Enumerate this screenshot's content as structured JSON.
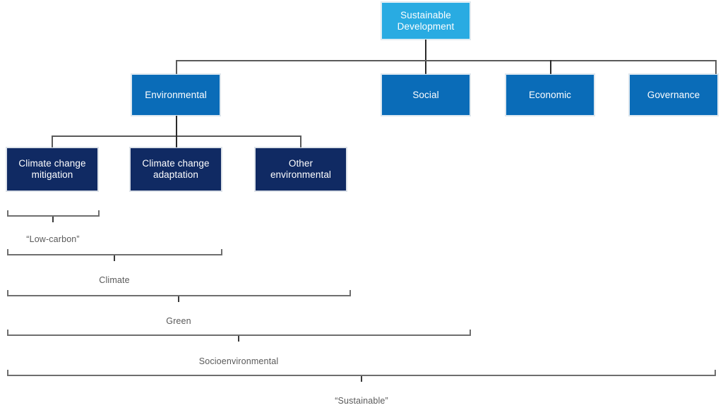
{
  "diagram": {
    "title": "Sustainable Development taxonomy",
    "colors": {
      "root": "#29ABE2",
      "level2": "#0A6CB8",
      "level3": "#102A63",
      "connector": "#5a5a5a",
      "bracket": "#6e6e6e",
      "bracket_label_text": "#595959",
      "node_text": "#ffffff",
      "background": "#ffffff"
    },
    "levels": {
      "root": {
        "label": "Sustainable\nDevelopment",
        "line1": "Sustainable",
        "line2": "Development"
      },
      "level2": [
        {
          "label": "Environmental"
        },
        {
          "label": "Social"
        },
        {
          "label": "Economic"
        },
        {
          "label": "Governance"
        }
      ],
      "level3": [
        {
          "line1": "Climate change",
          "line2": "mitigation"
        },
        {
          "line1": "Climate change",
          "line2": "adaptation"
        },
        {
          "line1": "Other",
          "line2": "environmental"
        }
      ]
    },
    "brackets": [
      {
        "label": "“Low-carbon”",
        "covers": [
          "Climate change mitigation"
        ]
      },
      {
        "label": "Climate",
        "covers": [
          "Climate change mitigation",
          "Climate change adaptation"
        ]
      },
      {
        "label": "Green",
        "covers": [
          "Climate change mitigation",
          "Climate change adaptation",
          "Other environmental"
        ]
      },
      {
        "label": "Socioenvironmental",
        "covers": [
          "Environmental",
          "Social"
        ]
      },
      {
        "label": "“Sustainable”",
        "covers": [
          "Environmental",
          "Social",
          "Economic",
          "Governance"
        ]
      }
    ]
  }
}
